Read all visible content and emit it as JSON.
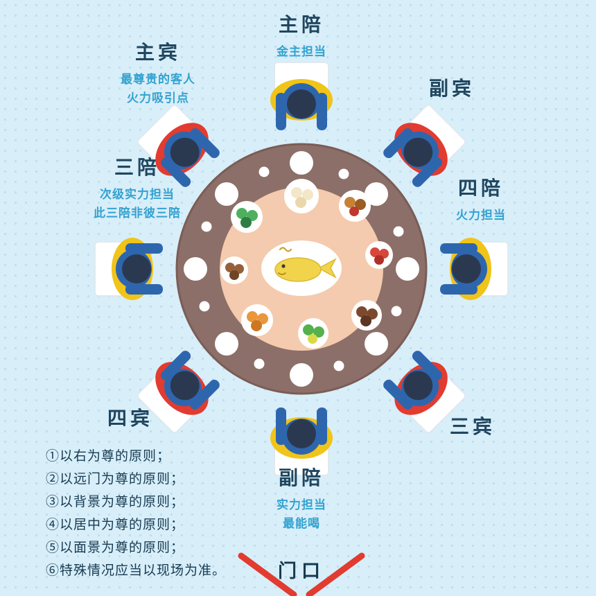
{
  "seats": [
    {
      "id": "zhupei",
      "title": "主陪",
      "lines": [
        "金主担当"
      ]
    },
    {
      "id": "zhubin",
      "title": "主宾",
      "lines": [
        "最尊贵的客人",
        "火力吸引点"
      ]
    },
    {
      "id": "fubin",
      "title": "副宾",
      "lines": []
    },
    {
      "id": "sanpei",
      "title": "三陪",
      "lines": [
        "次级实力担当",
        "此三陪非彼三陪"
      ]
    },
    {
      "id": "sipei",
      "title": "四陪",
      "lines": [
        "火力担当"
      ]
    },
    {
      "id": "sibin",
      "title": "四宾",
      "lines": []
    },
    {
      "id": "sanbin",
      "title": "三宾",
      "lines": []
    },
    {
      "id": "fupei",
      "title": "副陪",
      "lines": [
        "实力担当",
        "最能喝"
      ]
    }
  ],
  "door_label": "门口",
  "rules": [
    "①以右为尊的原则；",
    "②以远门为尊的原则；",
    "③以背景为尊的原则；",
    "④以居中为尊的原则；",
    "⑤以面景为尊的原则；",
    "⑥特殊情况应当以现场为准。"
  ],
  "diners": [
    {
      "seat": "主陪",
      "position": "top",
      "chair_color": "#f0c419"
    },
    {
      "seat": "副宾",
      "position": "top-right",
      "chair_color": "#e23b30"
    },
    {
      "seat": "四陪",
      "position": "right",
      "chair_color": "#f0c419"
    },
    {
      "seat": "三宾",
      "position": "bottom-right",
      "chair_color": "#e23b30"
    },
    {
      "seat": "副陪",
      "position": "bottom",
      "chair_color": "#f0c419"
    },
    {
      "seat": "四宾",
      "position": "bottom-left",
      "chair_color": "#e23b30"
    },
    {
      "seat": "三陪",
      "position": "left",
      "chair_color": "#f0c419"
    },
    {
      "seat": "主宾",
      "position": "top-left",
      "chair_color": "#e23b30"
    }
  ],
  "colors": {
    "background": "#d8eef9",
    "table_ring": "#8c6f68",
    "lazy_susan": "#f4cbae",
    "title_text": "#20465f",
    "subtitle_text": "#33a2d0",
    "rules_text": "#173a52",
    "door_red": "#e23b30",
    "chair_yellow": "#f0c419",
    "chair_red": "#e23b30",
    "body_blue": "#2e66ae",
    "head_navy": "#2b3950",
    "fish_yellow": "#f2d44c"
  }
}
